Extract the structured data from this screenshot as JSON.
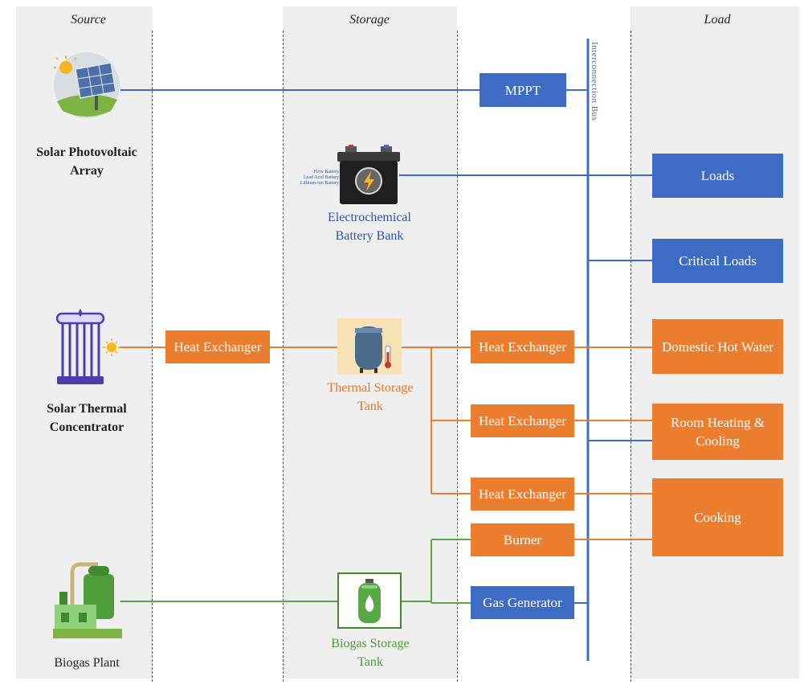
{
  "columns": {
    "source": "Source",
    "storage": "Storage",
    "load": "Load"
  },
  "bus_label": "Interconnection Bus",
  "sources": {
    "pv": "Solar Photovoltaic Array",
    "thermal": "Solar Thermal Concentrator",
    "biogas": "Biogas Plant"
  },
  "storage": {
    "battery_label": "Electrochemical Battery Bank",
    "battery_types": [
      "Flow Battery",
      "Lead Acid Battery",
      "Lithium-ion Battery"
    ],
    "thermal_tank": "Thermal Storage Tank",
    "biogas_tank": "Biogas Storage Tank"
  },
  "converters": {
    "mppt": "MPPT",
    "hx_source": "Heat Exchanger",
    "hx1": "Heat Exchanger",
    "hx2": "Heat Exchanger",
    "hx3": "Heat Exchanger",
    "burner": "Burner",
    "gas_generator": "Gas Generator"
  },
  "loads": {
    "loads": "Loads",
    "critical": "Critical Loads",
    "dhw": "Domestic Hot Water",
    "room": "Room Heating & Cooling",
    "cooking": "Cooking"
  },
  "colors": {
    "electric": "#3e6cc4",
    "thermal": "#eb7d2f",
    "biogas": "#5aa845",
    "column_bg": "#efefef"
  },
  "icons": [
    "solar-panel-icon",
    "battery-icon",
    "solar-thermal-collector-icon",
    "water-tank-icon",
    "gas-cylinder-icon",
    "biogas-plant-icon"
  ]
}
